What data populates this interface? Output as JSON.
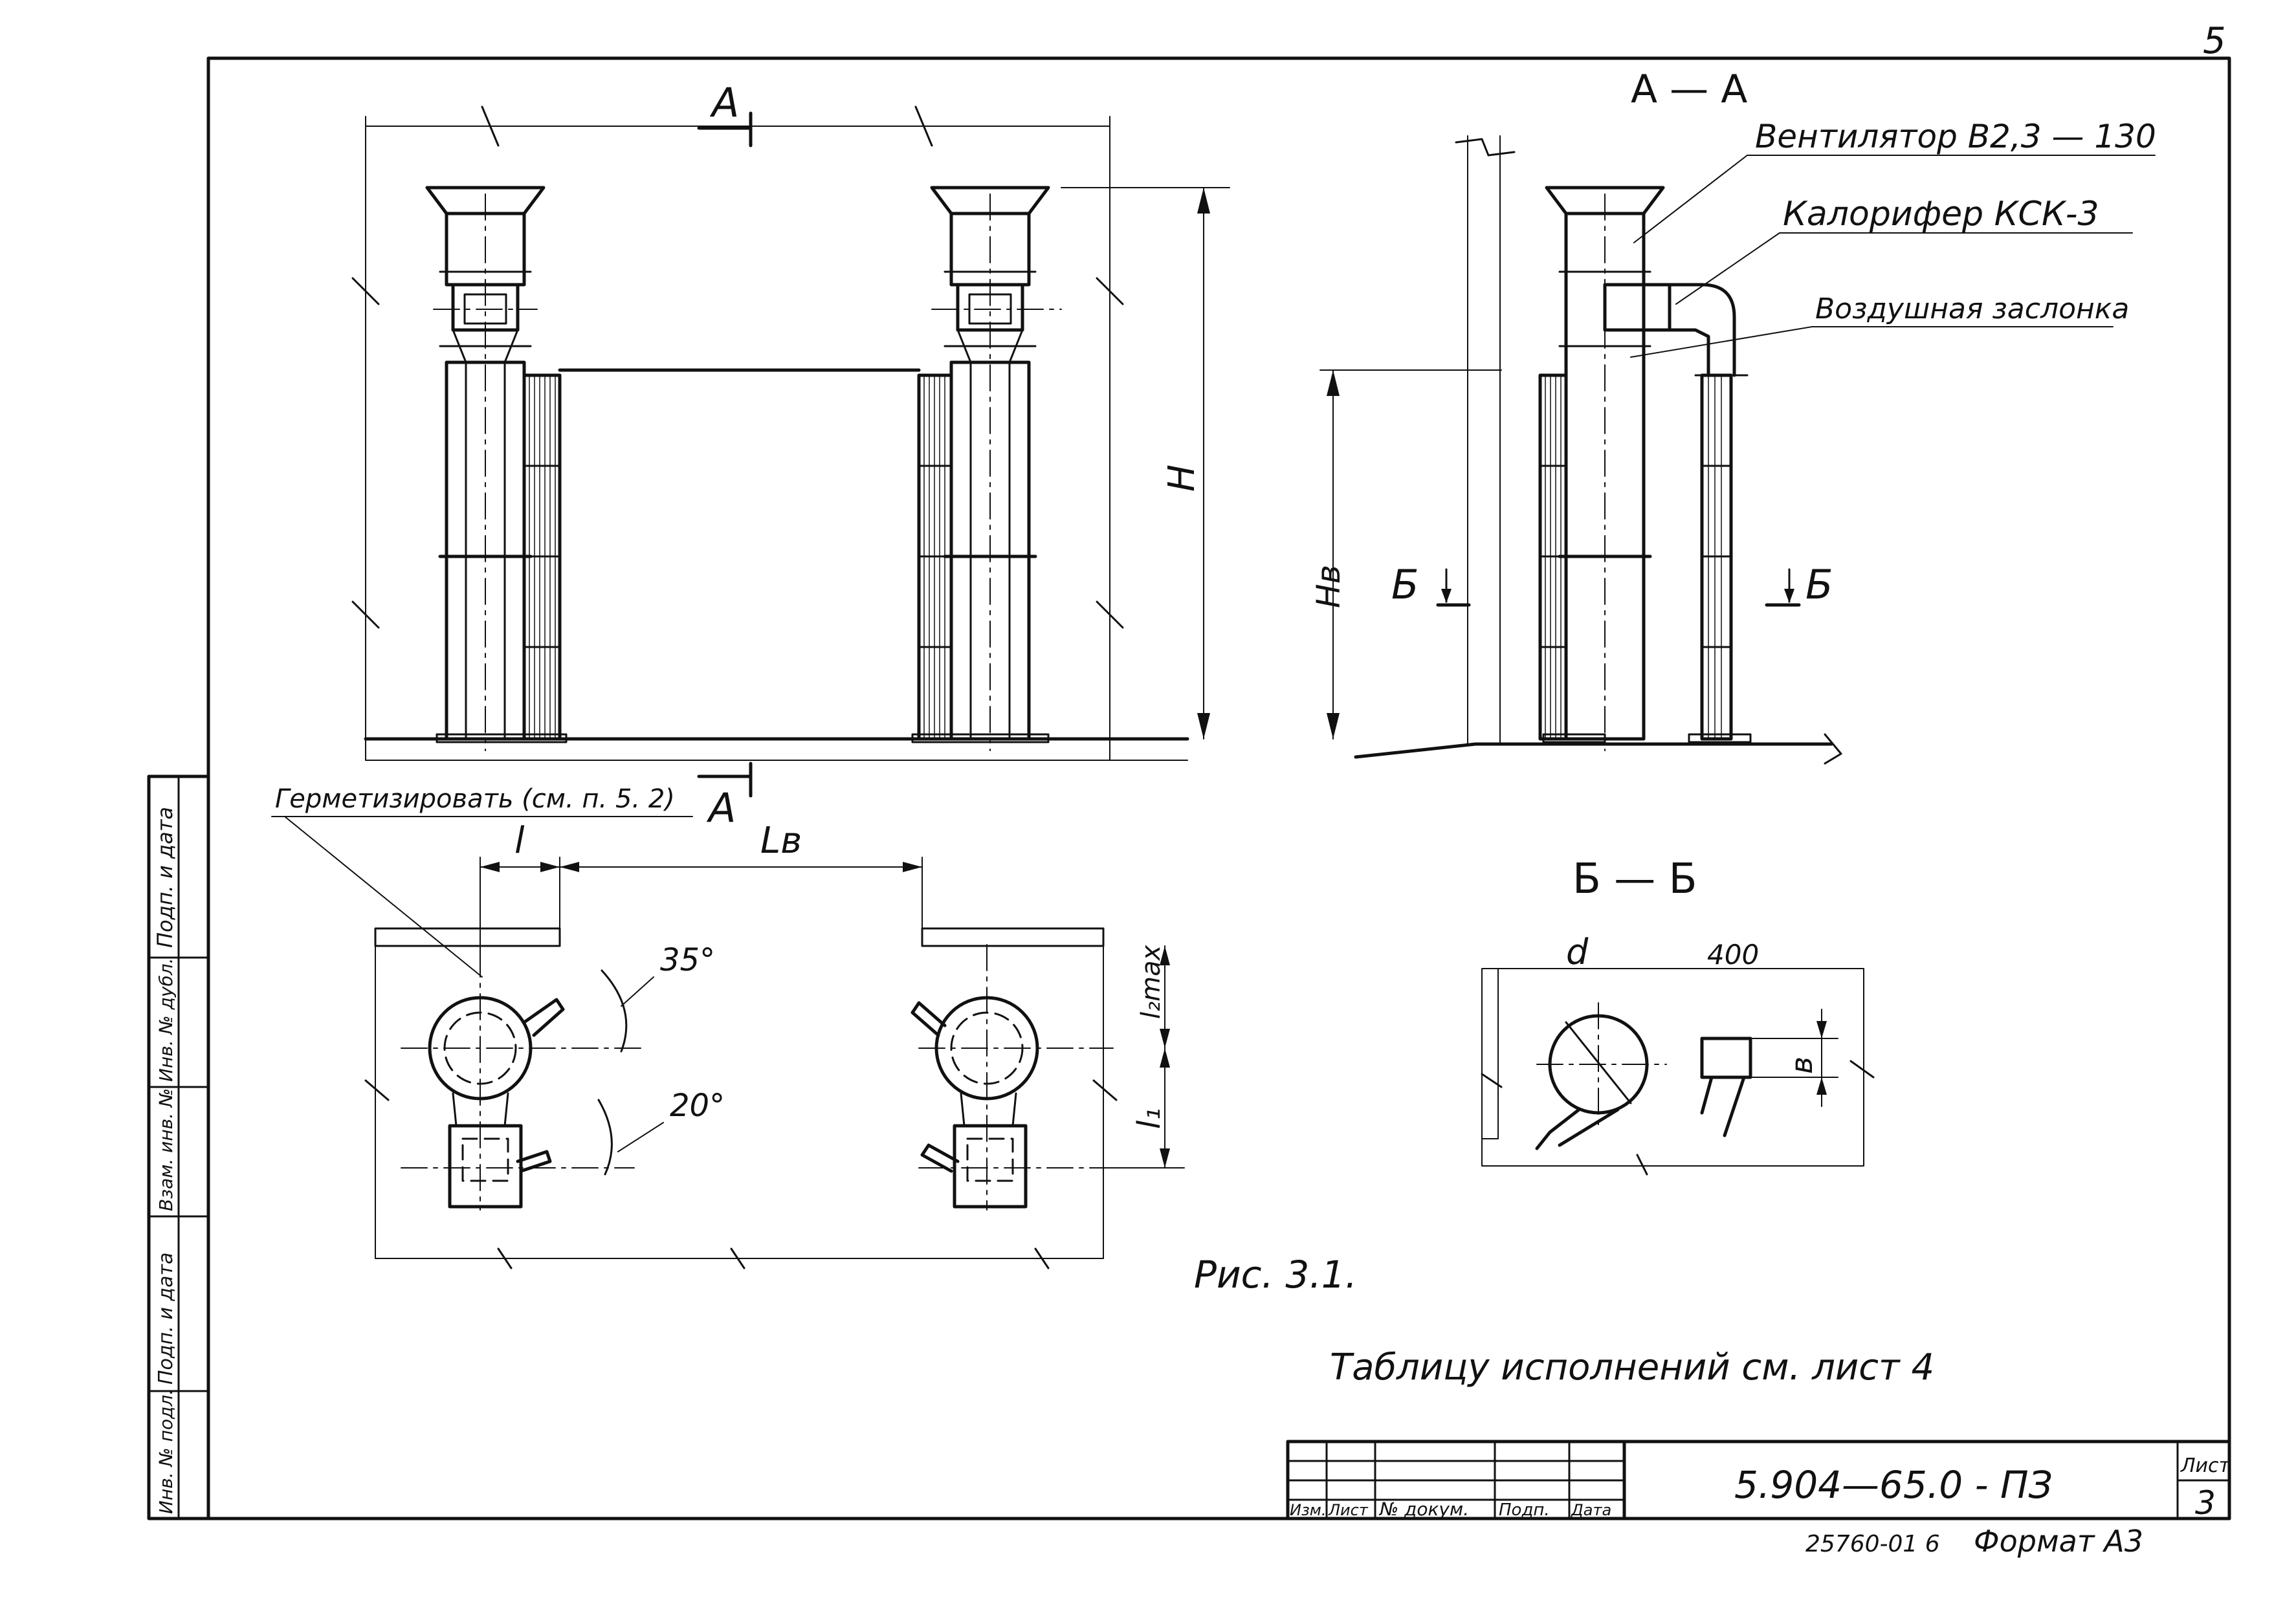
{
  "sheet": {
    "corner_page_number": "5",
    "sheet_label": "Лист",
    "sheet_number": "3",
    "document_code": "5.904—65.0 - ПЗ",
    "archive_code": "25760-01 6",
    "format_label": "Формат А3"
  },
  "title_block": {
    "col_change": "Изм.",
    "col_sheet": "Лист",
    "col_doc": "№ докум.",
    "col_sign": "Подп.",
    "col_date": "Дата"
  },
  "side_stamp": {
    "inv_orig": "Инв. № подл.",
    "sign_date_1": "Подп. и дата",
    "repl_inv": "Взам. инв. №",
    "inv_dub": "Инв. № дубл.",
    "sign_date_2": "Подп. и дата"
  },
  "front_view": {
    "section_mark_top": "А",
    "section_mark_bottom": "А",
    "height_dim": "H"
  },
  "section_aa": {
    "title": "А — А",
    "fan_label": "Вентилятор В2,3 — 130",
    "heater_label": "Калорифер КСК-3",
    "damper_label": "Воздушная заслонка",
    "height_dim": "Hв",
    "cut_left": "Б",
    "cut_right": "Б"
  },
  "plan_view": {
    "seal_note": "Герметизировать (см. п. 5. 2)",
    "dim_l": "l",
    "dim_lb": "Lв",
    "angle_35": "35°",
    "angle_20": "20°",
    "dim_l2max": "l₂max",
    "dim_l1": "l₁"
  },
  "section_bb": {
    "title": "Б — Б",
    "dim_d": "d",
    "dim_400": "400",
    "dim_b": "в"
  },
  "notes": {
    "figure_caption": "Рис. 3.1.",
    "table_reference": "Таблицу исполнений см. лист 4"
  }
}
